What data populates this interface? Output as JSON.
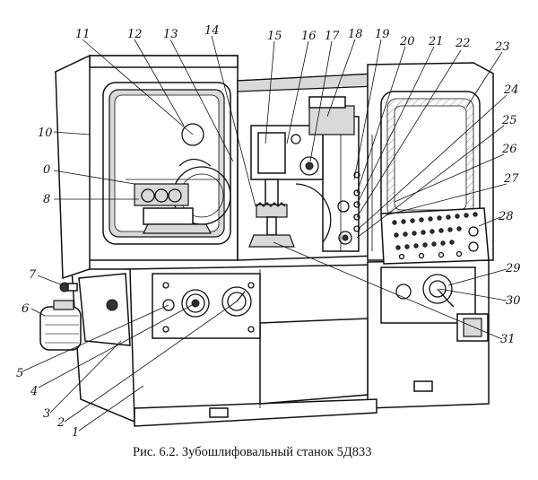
{
  "caption": "Рис. 6.2. Зубошлифовальный станок 5Д833",
  "callouts": [
    "1",
    "2",
    "3",
    "4",
    "5",
    "6",
    "7",
    "8",
    "0",
    "10",
    "11",
    "12",
    "13",
    "14",
    "15",
    "16",
    "17",
    "18",
    "19",
    "20",
    "21",
    "22",
    "23",
    "24",
    "25",
    "26",
    "27",
    "28",
    "29",
    "30",
    "31"
  ]
}
